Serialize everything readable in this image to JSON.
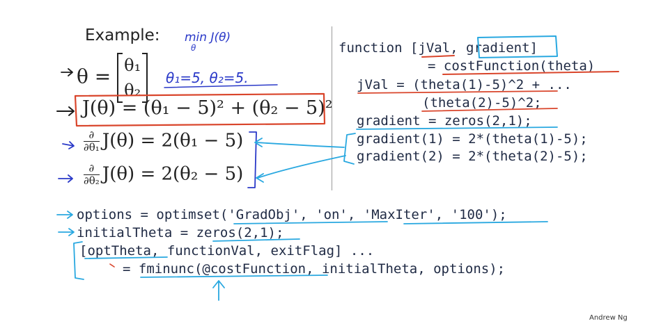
{
  "slide": {
    "heading": "Example:",
    "annotations": {
      "min_j": "min J(θ)",
      "min_sub": "θ",
      "theta_values": "θ₁=5, θ₂=5."
    },
    "math": {
      "theta_lhs": "θ =",
      "theta_1": "θ₁",
      "theta_2": "θ₂",
      "cost": "J(θ) = (θ₁ − 5)² + (θ₂ − 5)²",
      "deriv1_num": "∂",
      "deriv1_den": "∂θ₁",
      "deriv1_rhs": "J(θ) = 2(θ₁ − 5)",
      "deriv2_num": "∂",
      "deriv2_den": "∂θ₂",
      "deriv2_rhs": "J(θ) = 2(θ₂ − 5)"
    },
    "code_right": [
      "function [jVal, gradient]",
      "= costFunction(theta)",
      "jVal = (theta(1)-5)^2 + ...",
      "(theta(2)-5)^2;",
      "gradient = zeros(2,1);",
      "gradient(1) = 2*(theta(1)-5);",
      "gradient(2) = 2*(theta(2)-5);"
    ],
    "code_bottom": [
      "options = optimset('GradObj', 'on', 'MaxIter', '100');",
      "initialTheta = zeros(2,1);",
      "[optTheta, functionVal, exitFlag] ...",
      "= fminunc(@costFunction, initialTheta, options);"
    ],
    "credit": "Andrew Ng",
    "colors": {
      "red_ink": "#d9452b",
      "blue_ink": "#2a39c8",
      "cyan_ink": "#29a8e0"
    }
  }
}
